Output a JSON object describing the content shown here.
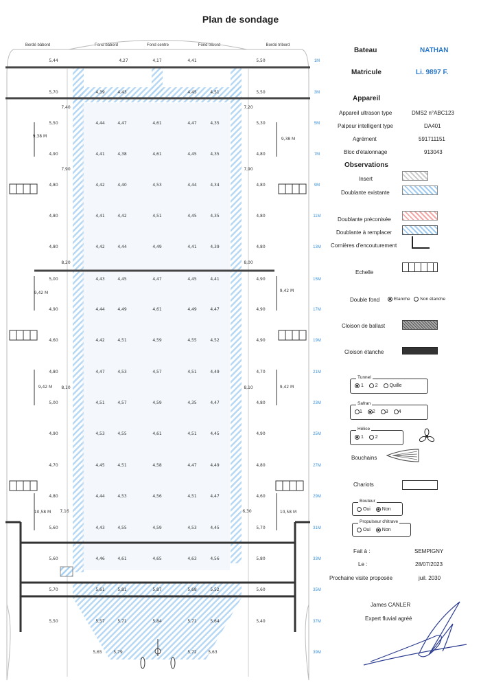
{
  "title": "Plan de sondage",
  "columns": [
    "Bordé bâbord",
    "Fond bâbord",
    "Fond centre",
    "Fond tribord",
    "Bordé tribord"
  ],
  "rows": [
    {
      "vals": [
        "5,44",
        "4,27",
        "4,17",
        "4,41",
        "5,50"
      ],
      "mark": "1M"
    },
    {
      "vals": [
        "5,70",
        "4,39",
        "4,43",
        "4,45",
        "4,51",
        "5,50"
      ],
      "mark": "3M"
    },
    {
      "vals": [
        "5,50",
        "4,44",
        "4,47",
        "4,61",
        "4,47",
        "4,35",
        "5,30"
      ],
      "mark": "5M"
    },
    {
      "vals": [
        "4,90",
        "4,41",
        "4,38",
        "4,61",
        "4,45",
        "4,35",
        "4,80"
      ],
      "mark": "7M"
    },
    {
      "vals": [
        "4,80",
        "4,42",
        "4,40",
        "4,53",
        "4,44",
        "4,34",
        "4,80"
      ],
      "mark": "9M"
    },
    {
      "vals": [
        "4,80",
        "4,41",
        "4,42",
        "4,51",
        "4,45",
        "4,35",
        "4,80"
      ],
      "mark": "11M"
    },
    {
      "vals": [
        "4,80",
        "4,42",
        "4,44",
        "4,49",
        "4,41",
        "4,39",
        "4,80"
      ],
      "mark": "13M"
    },
    {
      "vals": [
        "5,00",
        "4,43",
        "4,45",
        "4,47",
        "4,45",
        "4,41",
        "4,90"
      ],
      "mark": "15M"
    },
    {
      "vals": [
        "4,90",
        "4,44",
        "4,49",
        "4,61",
        "4,49",
        "4,47",
        "4,90"
      ],
      "mark": "17M"
    },
    {
      "vals": [
        "4,60",
        "4,42",
        "4,51",
        "4,59",
        "4,55",
        "4,52",
        "4,90"
      ],
      "mark": "19M"
    },
    {
      "vals": [
        "4,80",
        "4,47",
        "4,53",
        "4,57",
        "4,51",
        "4,49",
        "4,70"
      ],
      "mark": "21M"
    },
    {
      "vals": [
        "5,00",
        "4,51",
        "4,57",
        "4,59",
        "4,35",
        "4,47",
        "4,80"
      ],
      "mark": "23M"
    },
    {
      "vals": [
        "4,90",
        "4,53",
        "4,55",
        "4,61",
        "4,51",
        "4,45",
        "4,90"
      ],
      "mark": "25M"
    },
    {
      "vals": [
        "4,70",
        "4,45",
        "4,51",
        "4,58",
        "4,47",
        "4,49",
        "4,80"
      ],
      "mark": "27M"
    },
    {
      "vals": [
        "4,80",
        "4,44",
        "4,53",
        "4,56",
        "4,51",
        "4,47",
        "4,60"
      ],
      "mark": "29M"
    },
    {
      "vals": [
        "5,60",
        "4,43",
        "4,55",
        "4,59",
        "4,53",
        "4,45",
        "5,70"
      ],
      "mark": "31M"
    },
    {
      "vals": [
        "5,60",
        "4,46",
        "4,61",
        "4,65",
        "4,63",
        "4,56",
        "5,80"
      ],
      "mark": "33M"
    },
    {
      "vals": [
        "5,70",
        "5,61",
        "5,81",
        "5,87",
        "5,68",
        "5,52",
        "5,60"
      ],
      "mark": "35M"
    },
    {
      "vals": [
        "5,50",
        "5,57",
        "5,71",
        "5,84",
        "5,71",
        "5,64",
        "5,40"
      ],
      "mark": "37M"
    },
    {
      "vals": [
        "5,65",
        "5,79",
        "5,72",
        "5,63"
      ],
      "mark": "39M"
    }
  ],
  "side_marks": [
    "7,40",
    "7,20",
    "7,90",
    "7,90",
    "8,20",
    "8,00",
    "8,10",
    "8,10",
    "7,16",
    "6,30"
  ],
  "spans": {
    "s1": "9,38 M",
    "s2": "9,38 M",
    "s3": "9,42 M",
    "s4": "9,42 M",
    "s5": "9,42 M",
    "s6": "9,42 M",
    "s7": "10,58 M",
    "s8": "10,58 M"
  },
  "bateau": {
    "label": "Bateau",
    "value": "NATHAN"
  },
  "matricule": {
    "label": "Matricule",
    "value": "Li. 9897 F."
  },
  "appareil": {
    "heading": "Appareil",
    "items": [
      {
        "label": "Appareil ultrason type",
        "value": "DMS2 n°ABC123"
      },
      {
        "label": "Palpeur intelligent type",
        "value": "DA401"
      },
      {
        "label": "Agrément",
        "value": "591711151"
      },
      {
        "label": "Bloc d'étalonnage",
        "value": "913043"
      }
    ]
  },
  "observations": {
    "heading": "Observations",
    "insert": "Insert",
    "doublante_existante": "Doublante existante",
    "doublante_preconisee": "Doublante préconisée",
    "doublante_remplacer": "Doublante à remplacer",
    "cornieres": "Cornières d'encouturement",
    "echelle": "Echelle",
    "double_fond": "Double fond",
    "etanche": "Etanche",
    "non_etanche": "Non étanche",
    "cloison_ballast": "Cloison de ballast",
    "cloison_etanche": "Cloison étanche"
  },
  "tunnel": {
    "label": "Tunnel",
    "options": [
      "1",
      "2",
      "Quille"
    ],
    "selected": 0
  },
  "safran": {
    "label": "Safran",
    "options": [
      "1",
      "2",
      "3",
      "4"
    ],
    "selected": 1
  },
  "helice": {
    "label": "Hélice",
    "options": [
      "1",
      "2"
    ],
    "selected": 0
  },
  "bouchains": "Bouchains",
  "chariots": "Chariots",
  "bouteur": {
    "label": "Bouteur",
    "options": [
      "Oui",
      "Non"
    ],
    "selected": 1
  },
  "propulseur": {
    "label": "Propulseur d'étrave",
    "options": [
      "Oui",
      "Non"
    ],
    "selected": 1
  },
  "fait_a": {
    "label": "Fait à :",
    "value": "SEMPIGNY"
  },
  "le": {
    "label": "Le :",
    "value": "28/07/2023"
  },
  "prochaine": {
    "label": "Prochaine visite proposée",
    "value": "juil. 2030"
  },
  "signature": {
    "name": "James CANLER",
    "role": "Expert fluvial agréé"
  },
  "colors": {
    "blue": "#2a78c8",
    "hatch": "#9fcbf0"
  }
}
